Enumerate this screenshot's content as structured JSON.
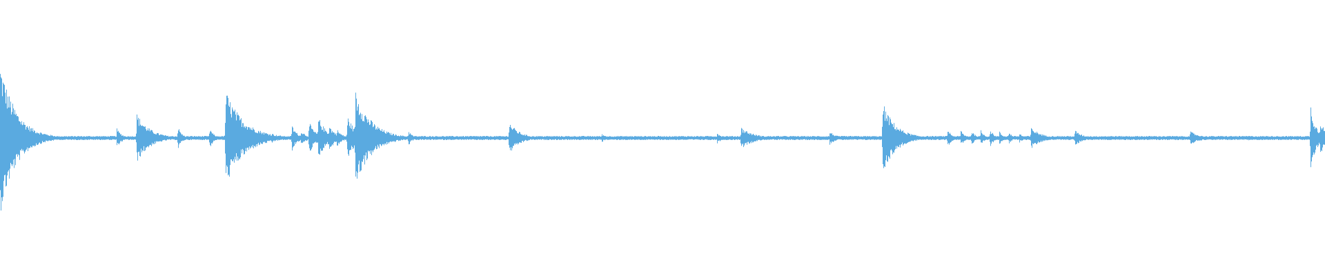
{
  "waveform": {
    "color": "#5aaae0",
    "background": "#ffffff",
    "baseline_noise": 0.015,
    "events": [
      {
        "t": 0.0,
        "amp": 0.55,
        "decay": 0.012
      },
      {
        "t": 0.007,
        "amp": 0.28,
        "decay": 0.01
      },
      {
        "t": 0.088,
        "amp": 0.07,
        "decay": 0.004
      },
      {
        "t": 0.103,
        "amp": 0.18,
        "decay": 0.01
      },
      {
        "t": 0.134,
        "amp": 0.09,
        "decay": 0.003
      },
      {
        "t": 0.158,
        "amp": 0.08,
        "decay": 0.003
      },
      {
        "t": 0.17,
        "amp": 0.35,
        "decay": 0.014
      },
      {
        "t": 0.205,
        "amp": 0.04,
        "decay": 0.003
      },
      {
        "t": 0.22,
        "amp": 0.1,
        "decay": 0.004
      },
      {
        "t": 0.227,
        "amp": 0.06,
        "decay": 0.004
      },
      {
        "t": 0.233,
        "amp": 0.12,
        "decay": 0.005
      },
      {
        "t": 0.24,
        "amp": 0.16,
        "decay": 0.006
      },
      {
        "t": 0.248,
        "amp": 0.1,
        "decay": 0.005
      },
      {
        "t": 0.254,
        "amp": 0.07,
        "decay": 0.004
      },
      {
        "t": 0.262,
        "amp": 0.17,
        "decay": 0.006
      },
      {
        "t": 0.268,
        "amp": 0.35,
        "decay": 0.012
      },
      {
        "t": 0.308,
        "amp": 0.06,
        "decay": 0.003
      },
      {
        "t": 0.384,
        "amp": 0.12,
        "decay": 0.008
      },
      {
        "t": 0.454,
        "amp": 0.03,
        "decay": 0.005
      },
      {
        "t": 0.541,
        "amp": 0.04,
        "decay": 0.004
      },
      {
        "t": 0.559,
        "amp": 0.08,
        "decay": 0.01
      },
      {
        "t": 0.626,
        "amp": 0.05,
        "decay": 0.005
      },
      {
        "t": 0.666,
        "amp": 0.26,
        "decay": 0.01
      },
      {
        "t": 0.715,
        "amp": 0.07,
        "decay": 0.003
      },
      {
        "t": 0.725,
        "amp": 0.06,
        "decay": 0.003
      },
      {
        "t": 0.733,
        "amp": 0.06,
        "decay": 0.003
      },
      {
        "t": 0.74,
        "amp": 0.06,
        "decay": 0.003
      },
      {
        "t": 0.747,
        "amp": 0.07,
        "decay": 0.003
      },
      {
        "t": 0.754,
        "amp": 0.05,
        "decay": 0.003
      },
      {
        "t": 0.761,
        "amp": 0.05,
        "decay": 0.003
      },
      {
        "t": 0.769,
        "amp": 0.04,
        "decay": 0.003
      },
      {
        "t": 0.778,
        "amp": 0.08,
        "decay": 0.008
      },
      {
        "t": 0.811,
        "amp": 0.06,
        "decay": 0.006
      },
      {
        "t": 0.898,
        "amp": 0.05,
        "decay": 0.008
      },
      {
        "t": 0.942,
        "amp": 0.02,
        "decay": 0.003
      },
      {
        "t": 0.989,
        "amp": 0.25,
        "decay": 0.004
      },
      {
        "t": 0.996,
        "amp": 0.15,
        "decay": 0.004
      }
    ]
  }
}
